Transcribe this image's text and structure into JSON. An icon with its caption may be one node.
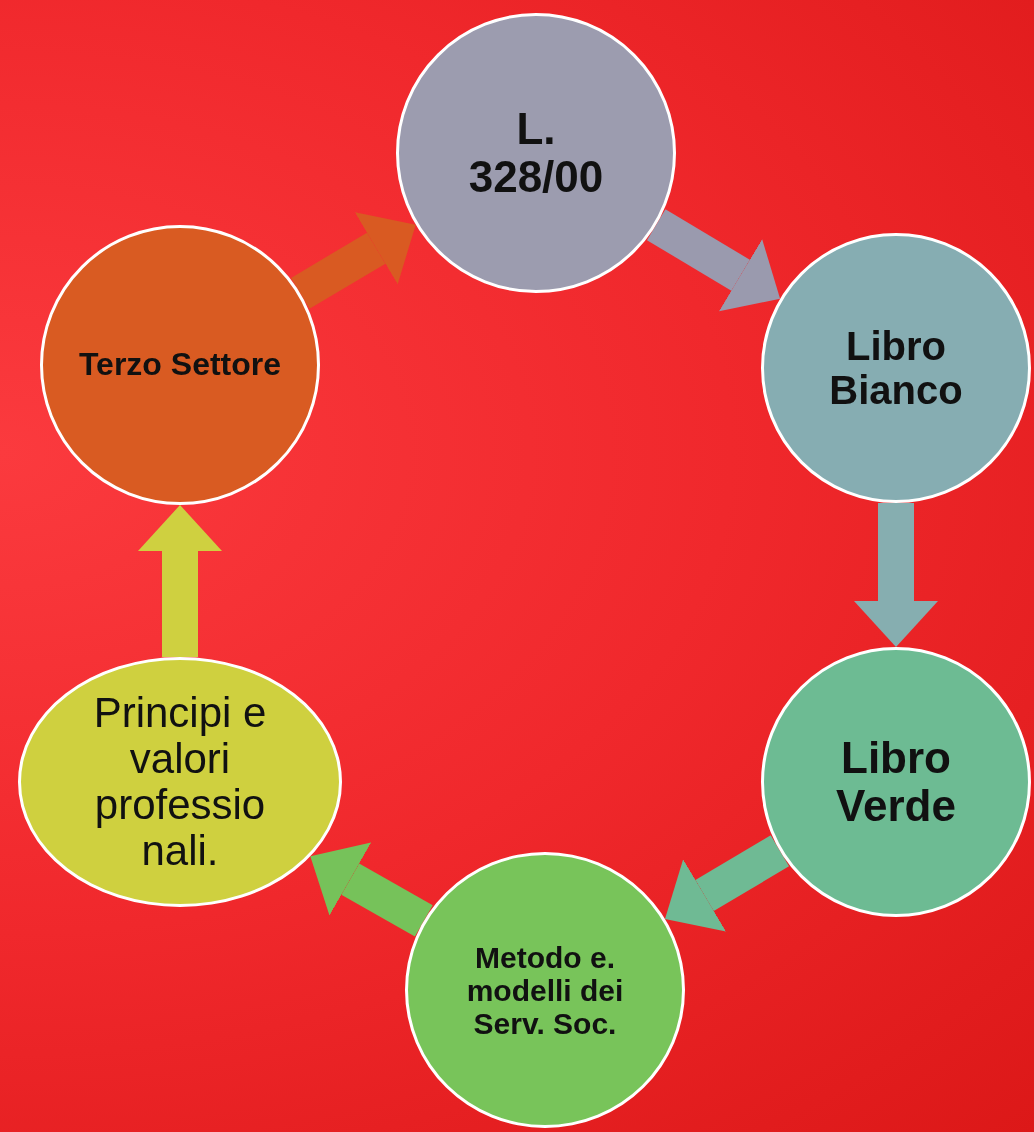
{
  "diagram": {
    "nodes": [
      {
        "text": [
          "L. 328/00"
        ]
      },
      {
        "text": [
          "Libro Bianco"
        ]
      },
      {
        "text": [
          "Libro Verde"
        ]
      },
      {
        "text": [
          "Metodo e. modelli dei Serv. Soc."
        ]
      },
      {
        "text": [
          "Principi e valori professio nali."
        ]
      },
      {
        "text": [
          "Terzo Settore"
        ]
      }
    ],
    "edges": [
      {
        "from": 0,
        "to": 1,
        "arrow": "to",
        "color": "#9a9aae"
      },
      {
        "from": 1,
        "to": 2,
        "arrow": "to",
        "color": "#86aeb0"
      },
      {
        "from": 2,
        "to": 3,
        "arrow": "to",
        "color": "#6fba94"
      },
      {
        "from": 3,
        "to": 4,
        "arrow": "to",
        "color": "#76c25a"
      },
      {
        "from": 4,
        "to": 5,
        "arrow": "to",
        "color": "#cfd040"
      },
      {
        "from": 5,
        "to": 0,
        "arrow": "to",
        "color": "#d95a22"
      }
    ]
  }
}
